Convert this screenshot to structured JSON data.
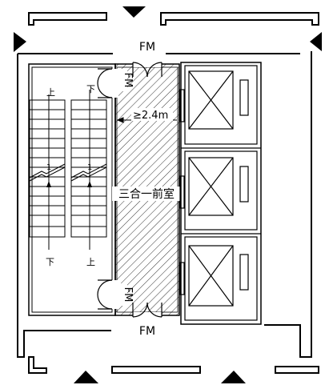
{
  "labels": {
    "fm_top": "FM",
    "fm_bottom": "FM",
    "fm_left_top": "FM",
    "fm_left_bottom": "FM",
    "width_note": "≥2.4m",
    "room_name": "三合一前室",
    "stair_up_1": "上",
    "stair_down_1": "下",
    "stair_down_2": "下",
    "stair_up_2": "上",
    "stair_mark_1": "1",
    "stair_mark_2": "1"
  },
  "elevator_count": 3,
  "colors": {
    "line": "#000000",
    "background": "#ffffff"
  }
}
